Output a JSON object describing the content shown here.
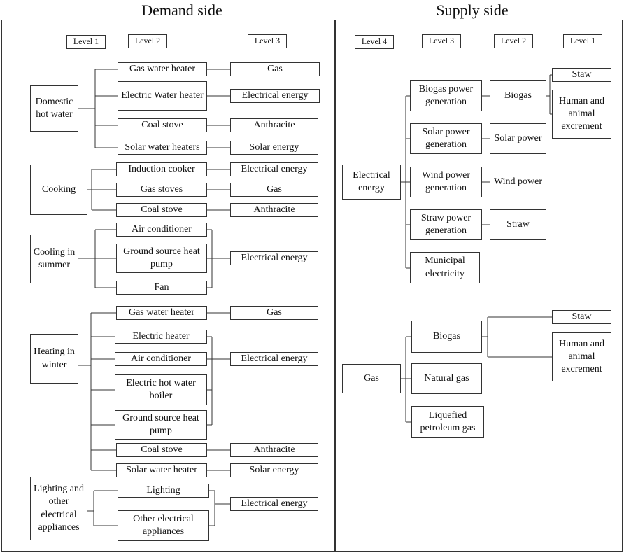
{
  "headers": {
    "demand": "Demand side",
    "supply": "Supply side"
  },
  "demand": {
    "levels": [
      "Level 1",
      "Level 2",
      "Level 3"
    ],
    "l1": [
      "Domestic hot water",
      "Cooking",
      "Cooling in summer",
      "Heating in winter",
      "Lighting and other electrical appliances"
    ],
    "l2": [
      "Gas water heater",
      "Electric Water heater",
      "Coal stove",
      "Solar water heaters",
      "Induction cooker",
      "Gas stoves",
      "Coal stove",
      "Air conditioner",
      "Ground source heat pump",
      "Fan",
      "Gas water heater",
      "Electric heater",
      "Air conditioner",
      "Electric hot water boiler",
      "Ground source heat pump",
      "Coal stove",
      "Solar water heater",
      "Lighting",
      "Other electrical appliances"
    ],
    "l3": [
      "Gas",
      "Electrical energy",
      "Anthracite",
      "Solar energy",
      "Electrical energy",
      "Gas",
      "Anthracite",
      "Electrical energy",
      "Gas",
      "Electrical energy",
      "Anthracite",
      "Solar energy",
      "Electrical energy"
    ]
  },
  "supply": {
    "levels": [
      "Level 4",
      "Level 3",
      "Level 2",
      "Level 1"
    ],
    "l4": [
      "Electrical energy",
      "Gas"
    ],
    "l3": [
      "Biogas power generation",
      "Solar power generation",
      "Wind power generation",
      "Straw power generation",
      "Municipal electricity",
      "Biogas",
      "Natural gas",
      "Liquefied petroleum gas"
    ],
    "l2": [
      "Biogas",
      "Solar power",
      "Wind power",
      "Straw"
    ],
    "l1": [
      "Staw",
      "Human and animal excrement",
      "Staw",
      "Human and animal excrement"
    ]
  }
}
